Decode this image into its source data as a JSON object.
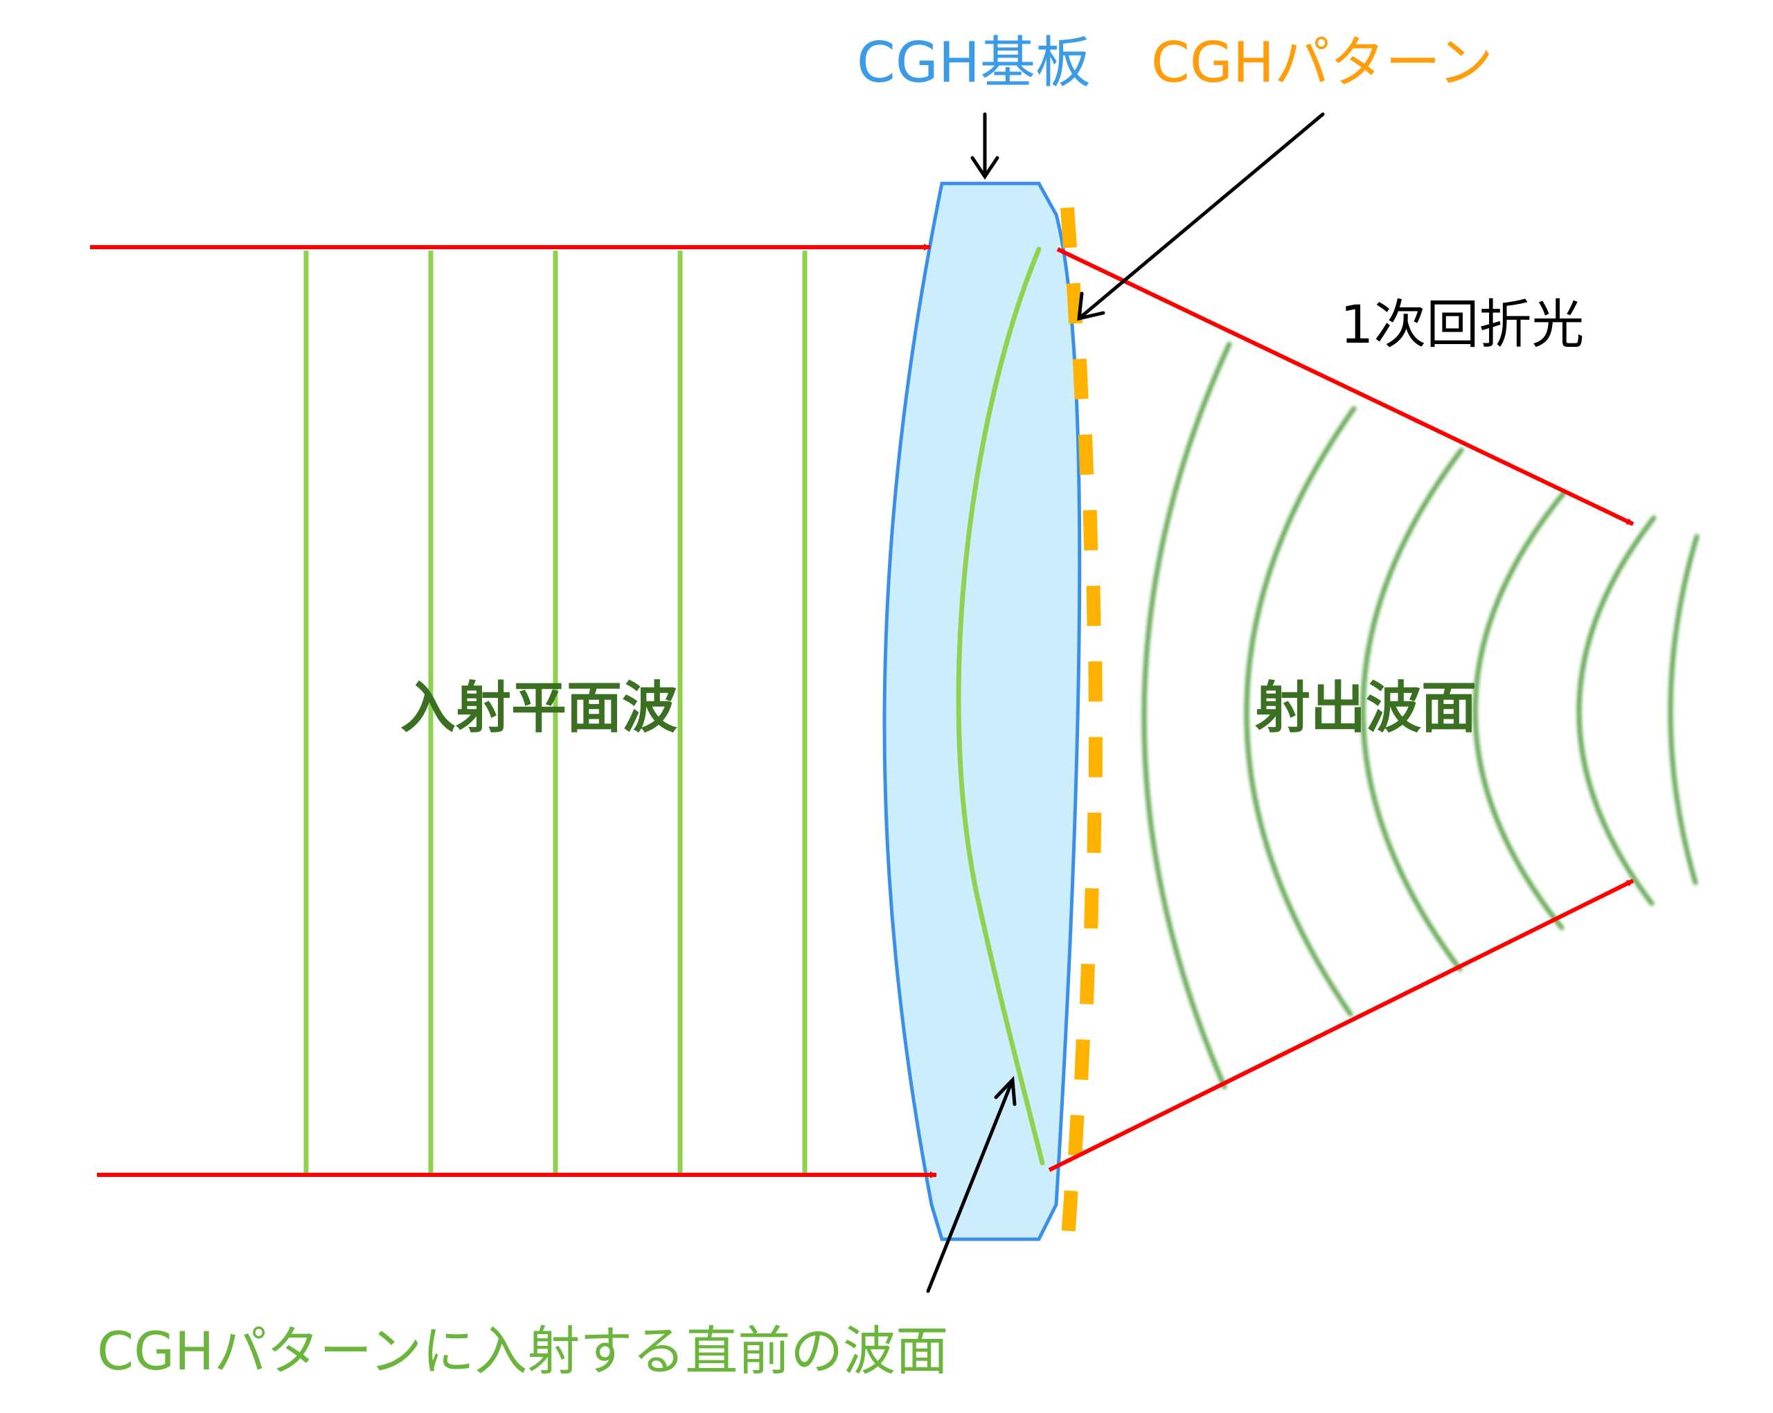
{
  "labels": {
    "cgh_substrate": "CGH基板",
    "cgh_pattern": "CGHパターン",
    "first_order": "1次回折光",
    "incident_plane_wave": "入射平面波",
    "output_wavefront": "射出波面",
    "wavefront_before_pattern": "CGHパターンに入射する直前の波面"
  },
  "colors": {
    "ray": "#ff0000",
    "substrate_fill": "#cceefc",
    "substrate_stroke": "#3b8fe8",
    "pattern": "#ffb300",
    "incident_wave": "#8ed24f",
    "output_wave": "#6aaa5a",
    "dark_green_text": "#3b6f22",
    "blue_text": "#3b9be6",
    "orange_text": "#ff9e0a",
    "green_text": "#6bb53c",
    "arrow": "#000000"
  },
  "diagram": {
    "incident_wavefront_count": 5,
    "output_wavefront_count": 6,
    "pattern_dash_count": 14
  }
}
